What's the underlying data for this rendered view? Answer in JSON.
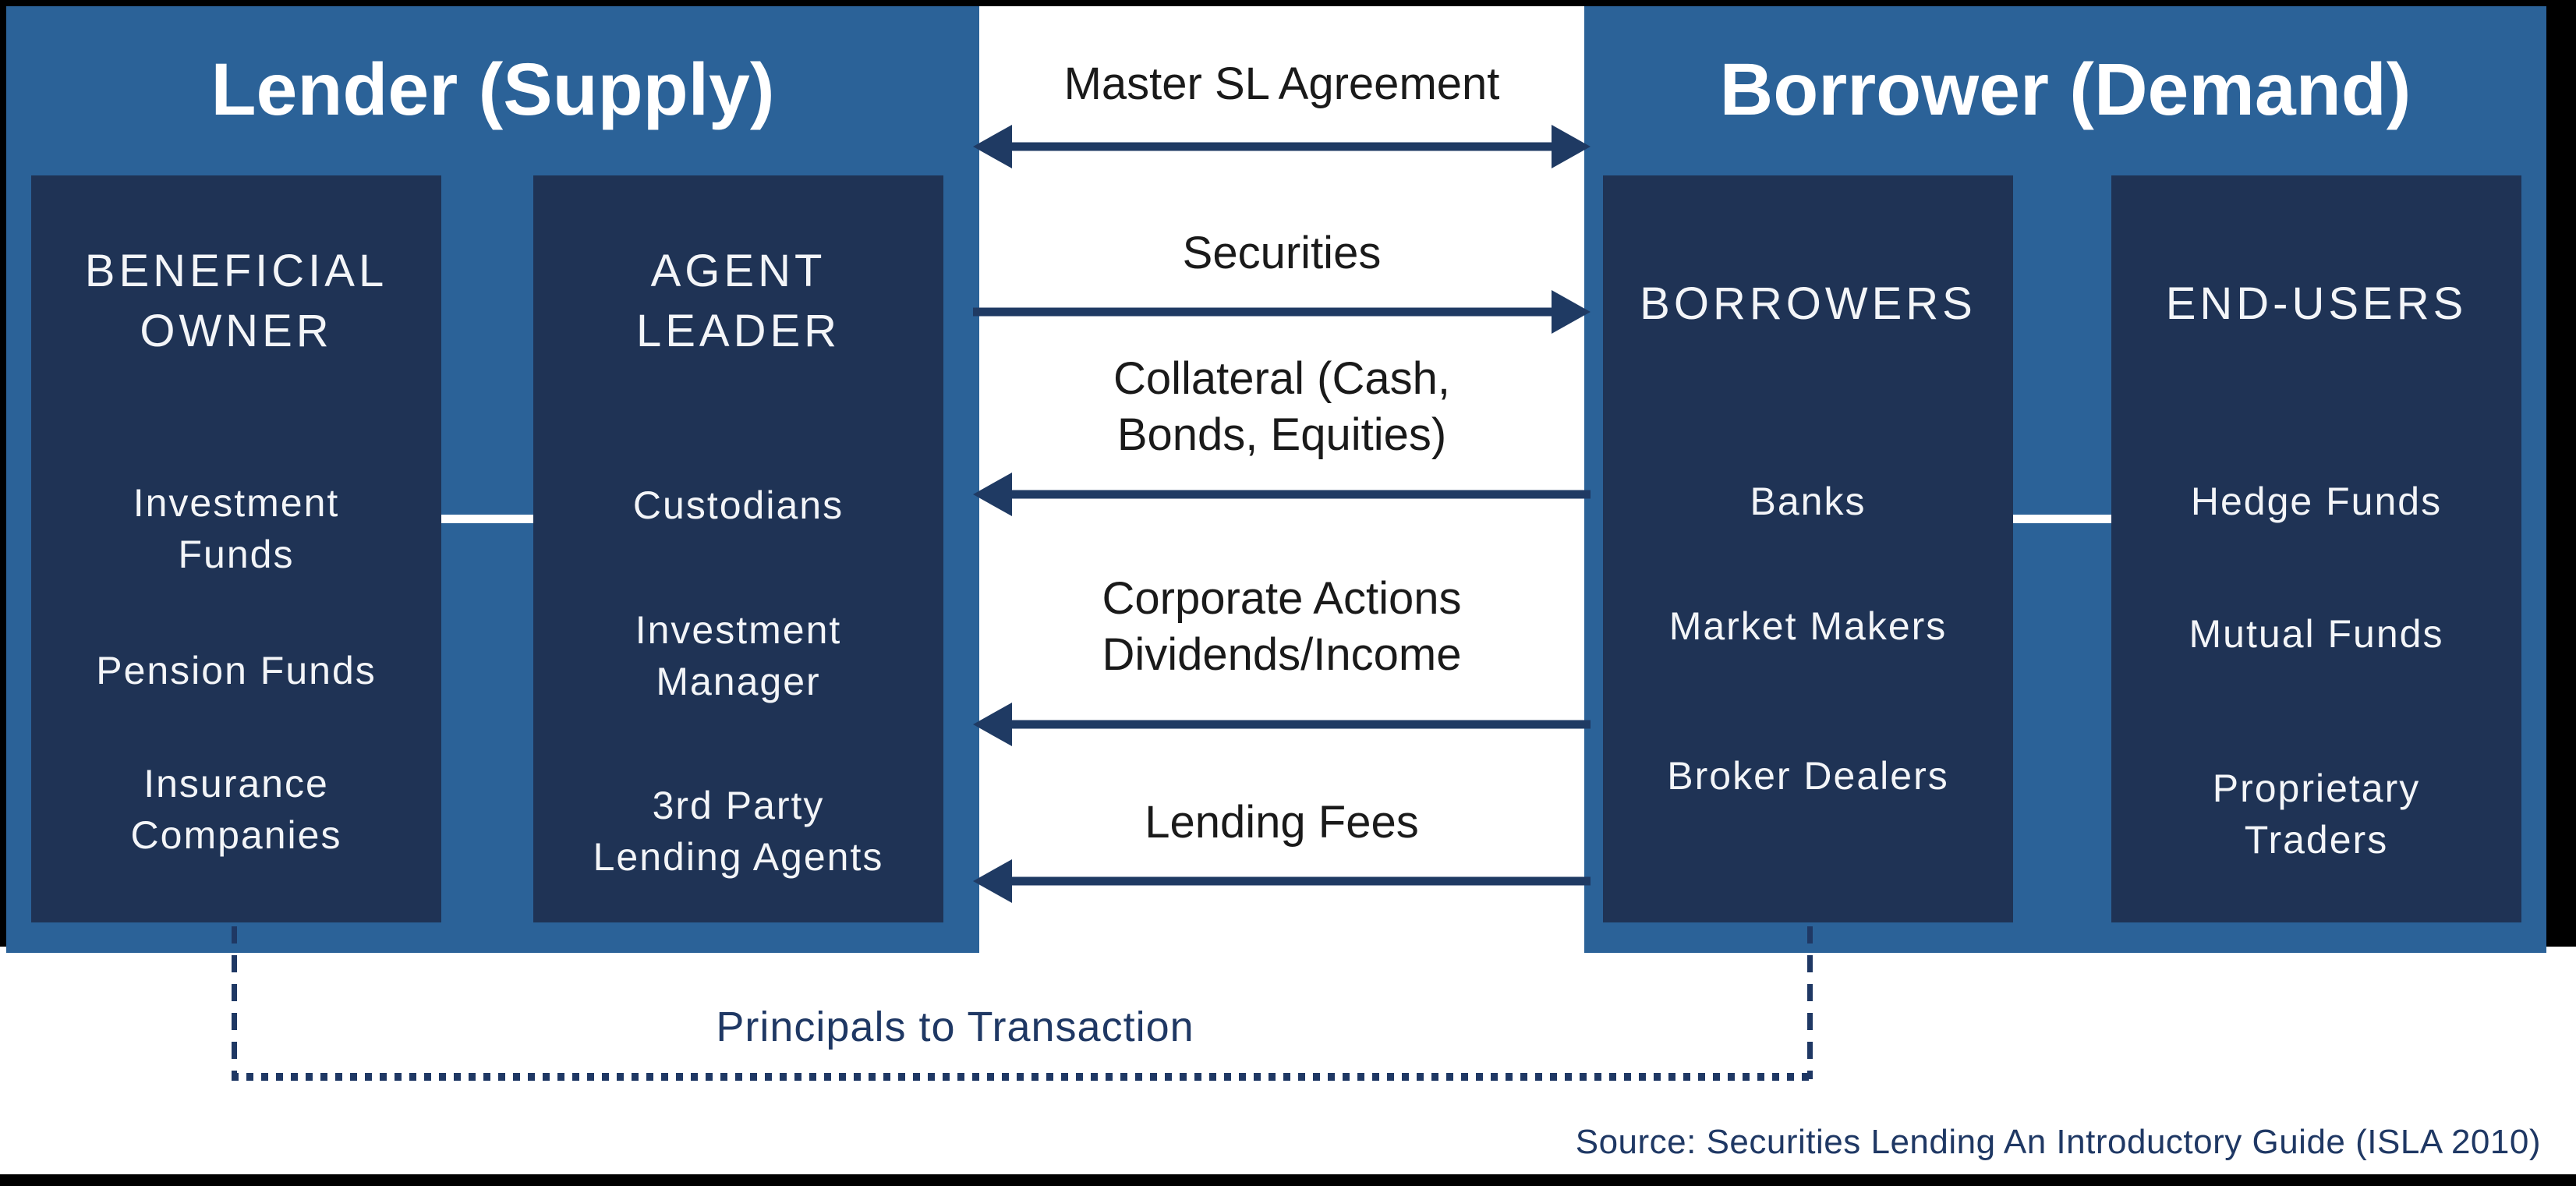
{
  "colors": {
    "panel_blue": "#2B6298",
    "box_navy": "#1F3355",
    "arrow_navy": "#1F3A63",
    "flow_label_dark": "#1A1A1A",
    "footer_navy": "#1F3864",
    "frame_black": "#000000",
    "text_white": "#FFFFFF"
  },
  "lender": {
    "title": "Lender (Supply)",
    "beneficial_owner": {
      "title": "BENEFICIAL\nOWNER",
      "items": [
        "Investment\nFunds",
        "Pension Funds",
        "Insurance\nCompanies"
      ]
    },
    "agent_leader": {
      "title": "AGENT\nLEADER",
      "items": [
        "Custodians",
        "Investment\nManager",
        "3rd Party\nLending Agents"
      ]
    }
  },
  "borrower": {
    "title": "Borrower (Demand)",
    "borrowers": {
      "title": "BORROWERS",
      "items": [
        "Banks",
        "Market Makers",
        "Broker Dealers"
      ]
    },
    "end_users": {
      "title": "END-USERS",
      "items": [
        "Hedge Funds",
        "Mutual Funds",
        "Proprietary\nTraders"
      ]
    }
  },
  "flows": [
    {
      "label": "Master SL Agreement",
      "direction": "both"
    },
    {
      "label": "Securities",
      "direction": "right"
    },
    {
      "label": "Collateral (Cash,\nBonds, Equities)",
      "direction": "left"
    },
    {
      "label": "Corporate Actions\nDividends/Income",
      "direction": "left"
    },
    {
      "label": "Lending Fees",
      "direction": "left"
    }
  ],
  "footer": {
    "principals_label": "Principals to Transaction",
    "source": "Source: Securities Lending An Introductory Guide (ISLA 2010)"
  }
}
